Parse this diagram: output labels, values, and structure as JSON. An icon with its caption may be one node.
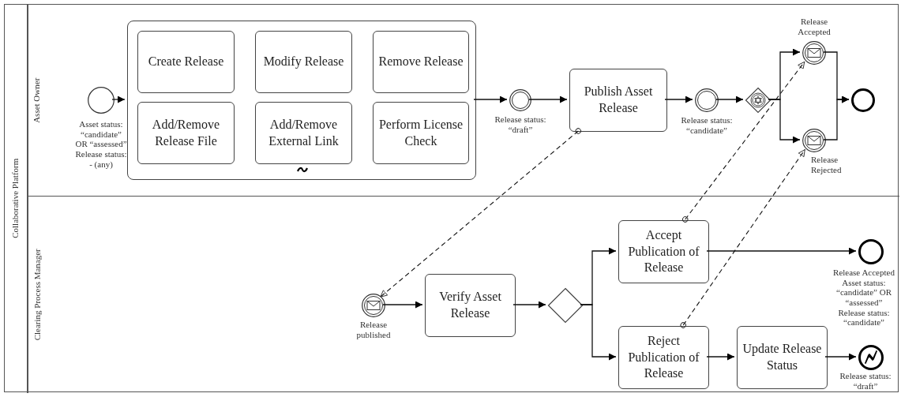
{
  "diagram": {
    "nodes": [
      {
        "text": [
          "Collaborative Platform"
        ]
      },
      {
        "text": [
          "Asset Owner"
        ],
        "in": 0
      },
      {
        "text": [
          "Clearing Process Manager"
        ],
        "in": 0
      },
      {
        "text": [],
        "shape": "circle",
        "in": 1,
        "beside": [
          "Asset status:",
          "“candidate”",
          "OR “assessed”",
          "Release status:",
          "- (any)"
        ]
      },
      {
        "text": [],
        "shape": "box",
        "in": 1
      },
      {
        "text": [
          "Create Release"
        ],
        "in": 4
      },
      {
        "text": [
          "Modify Release"
        ],
        "in": 4
      },
      {
        "text": [
          "Remove Release"
        ],
        "in": 4
      },
      {
        "text": [
          "Add/Remove Release File"
        ],
        "in": 4
      },
      {
        "text": [
          "Add/Remove External Link"
        ],
        "in": 4
      },
      {
        "text": [
          "Perform License Check"
        ],
        "in": 4
      },
      {
        "text": [],
        "shape": "circle",
        "in": 1,
        "beside": [
          "Release status:",
          "“draft”"
        ]
      },
      {
        "text": [
          "Publish Asset Release"
        ],
        "in": 1
      },
      {
        "text": [],
        "shape": "circle",
        "in": 1,
        "beside": [
          "Release status:",
          "“candidate”"
        ]
      },
      {
        "text": [],
        "shape": "diamond",
        "in": 1
      },
      {
        "text": [],
        "shape": "circle",
        "in": 1,
        "beside": [
          "Release Accepted"
        ]
      },
      {
        "text": [],
        "shape": "circle",
        "in": 1,
        "beside": [
          "Release Rejected"
        ]
      },
      {
        "text": [],
        "shape": "circle",
        "in": 1
      },
      {
        "text": [],
        "shape": "circle",
        "in": 2,
        "beside": [
          "Release published"
        ]
      },
      {
        "text": [
          "Verify Asset Release"
        ],
        "in": 2
      },
      {
        "text": [],
        "shape": "diamond",
        "in": 2
      },
      {
        "text": [
          "Accept Publication of Release"
        ],
        "in": 2
      },
      {
        "text": [
          "Reject Publication of Release"
        ],
        "in": 2
      },
      {
        "text": [
          "Update Release Status"
        ],
        "in": 2
      },
      {
        "text": [],
        "shape": "circle",
        "in": 2,
        "beside": [
          "Release Accepted",
          "Asset status:",
          "“candidate” OR “assessed”",
          "Release status:",
          "“candidate”"
        ]
      },
      {
        "text": [],
        "shape": "circle",
        "in": 2,
        "beside": [
          "Release status:",
          "“draft”"
        ]
      }
    ],
    "edges": [
      {
        "from": 3,
        "to": 4,
        "arrow": "to"
      },
      {
        "from": 4,
        "to": 11,
        "arrow": "to"
      },
      {
        "from": 11,
        "to": 12,
        "arrow": "to"
      },
      {
        "from": 12,
        "to": 13,
        "arrow": "to"
      },
      {
        "from": 13,
        "to": 14,
        "arrow": "to"
      },
      {
        "from": 14,
        "to": 15,
        "arrow": "to"
      },
      {
        "from": 14,
        "to": 16,
        "arrow": "to"
      },
      {
        "from": 15,
        "to": 17,
        "arrow": "to"
      },
      {
        "from": 16,
        "to": 17,
        "arrow": "to"
      },
      {
        "from": 12,
        "to": 18,
        "arrow": "to",
        "style": "dashed"
      },
      {
        "from": 18,
        "to": 19,
        "arrow": "to"
      },
      {
        "from": 19,
        "to": 20,
        "arrow": "to"
      },
      {
        "from": 20,
        "to": 21,
        "arrow": "to"
      },
      {
        "from": 20,
        "to": 22,
        "arrow": "to"
      },
      {
        "from": 21,
        "to": 24,
        "arrow": "to"
      },
      {
        "from": 22,
        "to": 23,
        "arrow": "to"
      },
      {
        "from": 23,
        "to": 25,
        "arrow": "to"
      },
      {
        "from": 21,
        "to": 15,
        "arrow": "to",
        "style": "dashed"
      },
      {
        "from": 22,
        "to": 16,
        "arrow": "to",
        "style": "dashed"
      }
    ]
  }
}
